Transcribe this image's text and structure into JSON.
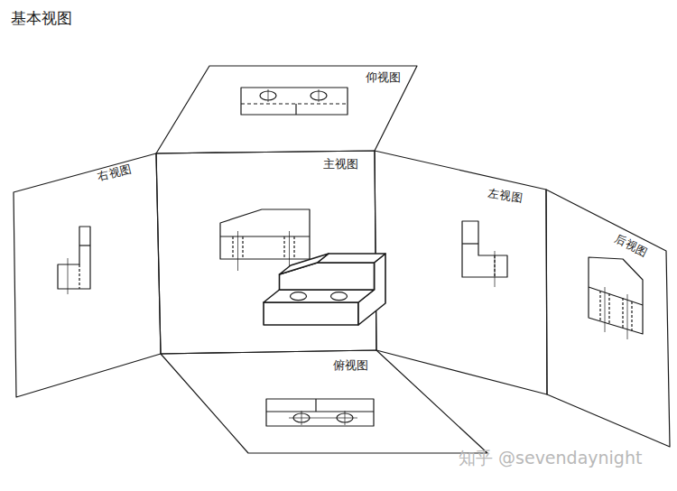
{
  "diagram": {
    "title": "基本视图",
    "labels": [
      "仰视图",
      "右视图",
      "主视图",
      "左视图",
      "后视图",
      "俯视图",
      "知乎 @sevendaynight"
    ]
  }
}
